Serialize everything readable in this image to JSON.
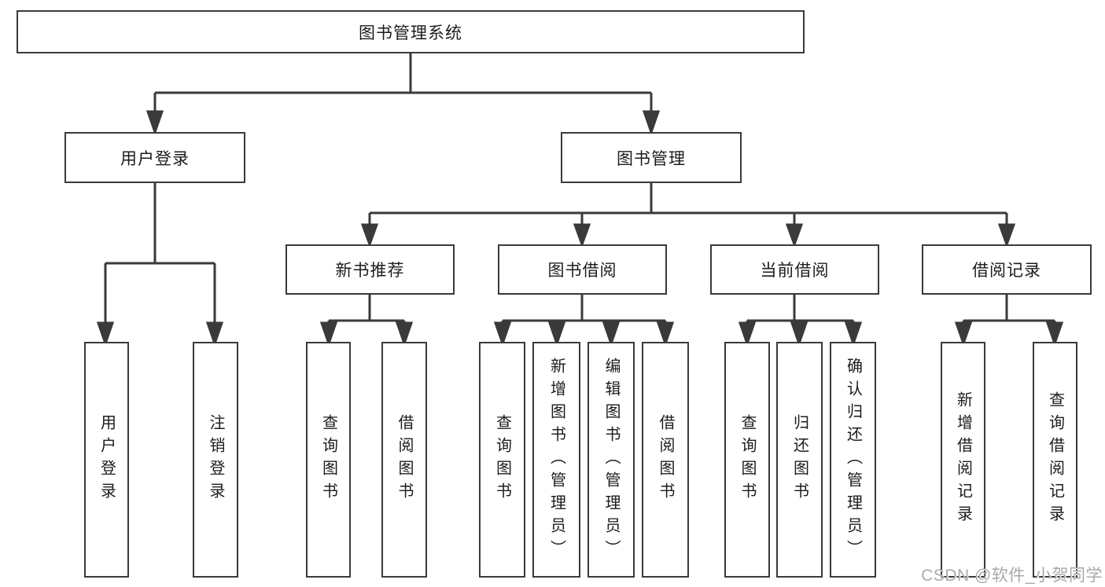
{
  "diagram_title": "图书管理系统",
  "nodes": {
    "root": "图书管理系统",
    "user_login": "用户登录",
    "book_management": "图书管理",
    "new_book_recommend": "新书推荐",
    "book_borrow": "图书借阅",
    "current_borrow": "当前借阅",
    "borrow_record": "借阅记录",
    "leaf_user_login": "用户登录",
    "leaf_logout": "注销登录",
    "leaf_nb_query_book": "查询图书",
    "leaf_nb_borrow_book": "借阅图书",
    "leaf_bb_query_book": "查询图书",
    "leaf_bb_add_book_admin": "新增图书（管理员）",
    "leaf_bb_edit_book_admin": "编辑图书（管理员）",
    "leaf_bb_borrow_book": "借阅图书",
    "leaf_cb_query_book": "查询图书",
    "leaf_cb_return_book": "归还图书",
    "leaf_cb_confirm_return_admin": "确认归还（管理员）",
    "leaf_br_add_record": "新增借阅记录",
    "leaf_br_query_record": "查询借阅记录"
  },
  "hierarchy": {
    "图书管理系统": {
      "用户登录": [
        "用户登录",
        "注销登录"
      ],
      "图书管理": {
        "新书推荐": [
          "查询图书",
          "借阅图书"
        ],
        "图书借阅": [
          "查询图书",
          "新增图书（管理员）",
          "编辑图书（管理员）",
          "借阅图书"
        ],
        "当前借阅": [
          "查询图书",
          "归还图书",
          "确认归还（管理员）"
        ],
        "借阅记录": [
          "新增借阅记录",
          "查询借阅记录"
        ]
      }
    }
  },
  "watermark": "CSDN @软件_小贺同学",
  "colors": {
    "line": "#3a3a3a",
    "text": "#1c1c1c",
    "watermark": "#a9a9a9",
    "background": "#ffffff"
  }
}
